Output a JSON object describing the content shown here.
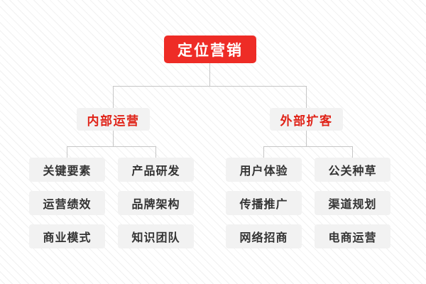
{
  "diagram": {
    "type": "hierarchy-tree",
    "title": "定位营销",
    "colors": {
      "root_bg": "#ee2c26",
      "root_text": "#ffffff",
      "branch_bg": "#f2f2f2",
      "branch_text": "#e02318",
      "leaf_bg": "#f2f2f2",
      "leaf_text": "#333333",
      "connector": "#c6c6c6",
      "background": "#fbfbfb"
    },
    "root": {
      "label": "定位营销"
    },
    "branches": [
      {
        "label": "内部运营",
        "columns": [
          {
            "items": [
              {
                "label": "关键要素"
              },
              {
                "label": "运营绩效"
              },
              {
                "label": "商业模式"
              }
            ]
          },
          {
            "items": [
              {
                "label": "产品研发"
              },
              {
                "label": "品牌架构"
              },
              {
                "label": "知识团队"
              }
            ]
          }
        ]
      },
      {
        "label": "外部扩客",
        "columns": [
          {
            "items": [
              {
                "label": "用户体验"
              },
              {
                "label": "传播推广"
              },
              {
                "label": "网络招商"
              }
            ]
          },
          {
            "items": [
              {
                "label": "公关种草"
              },
              {
                "label": "渠道规划"
              },
              {
                "label": "电商运营"
              }
            ]
          }
        ]
      }
    ]
  }
}
